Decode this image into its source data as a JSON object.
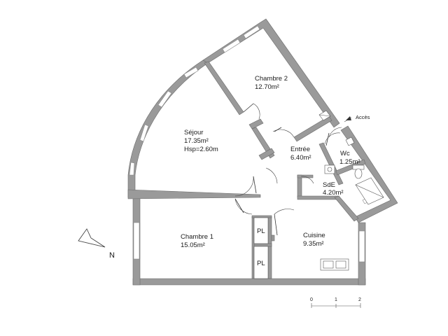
{
  "rooms": {
    "chambre2": {
      "name": "Chambre 2",
      "area": "12.70m²"
    },
    "sejour": {
      "name": "Séjour",
      "area": "17.35m²",
      "height": "Hsp=2.60m"
    },
    "entree": {
      "name": "Entrée",
      "area": "6.40m²"
    },
    "wc": {
      "name": "Wc",
      "area": "1.25m²"
    },
    "sde": {
      "name": "SdE",
      "area": "4.20m²"
    },
    "chambre1": {
      "name": "Chambre 1",
      "area": "15.05m²"
    },
    "cuisine": {
      "name": "Cuisine",
      "area": "9.35m²"
    }
  },
  "placards": [
    "PL",
    "PL"
  ],
  "access_label": "Accès",
  "north_label": "N",
  "scale": {
    "ticks": [
      "0",
      "1",
      "2"
    ]
  },
  "colors": {
    "wall": "#9a9a9a",
    "background": "#ffffff"
  }
}
